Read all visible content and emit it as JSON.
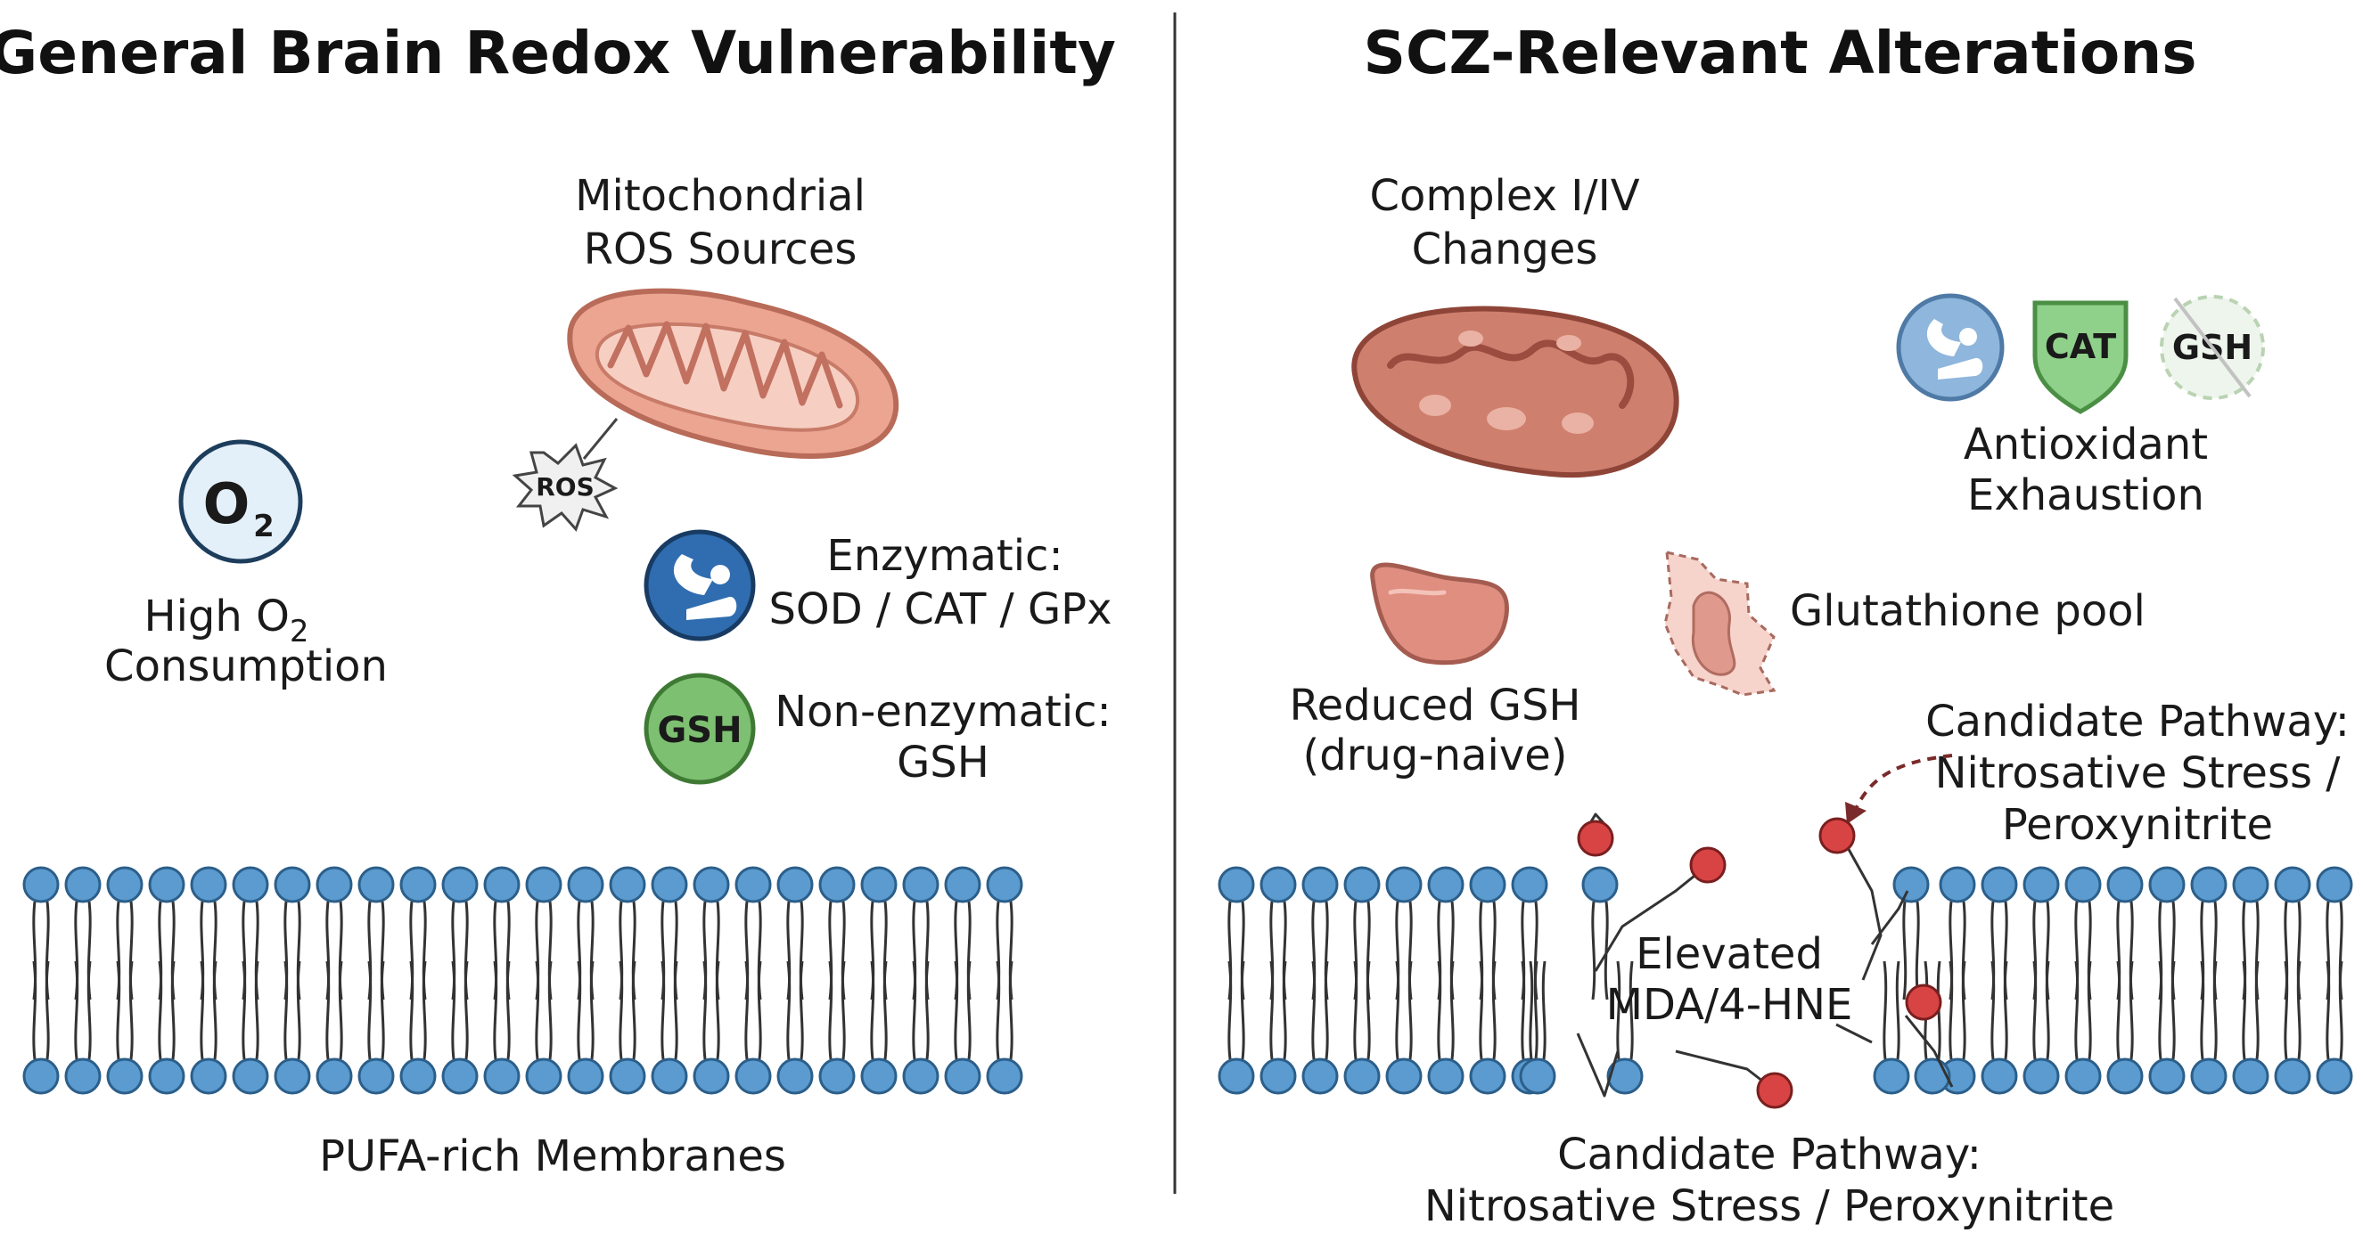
{
  "left_panel": {
    "title": "General Brain Redox Vulnerability",
    "mito_label": [
      "Mitochondrial",
      "ROS Sources"
    ],
    "ros_burst": "ROS",
    "o2_icon": {
      "main": "O",
      "sub": "2"
    },
    "o2_label_line1": {
      "main": "High O",
      "sub": "2"
    },
    "o2_label_line2": "Consumption",
    "enzymatic_label": [
      "Enzymatic:",
      "SOD / CAT / GPx"
    ],
    "gsh_icon": "GSH",
    "nonenzymatic_label": [
      "Non-enzymatic:",
      "GSH"
    ],
    "membrane_label": "PUFA-rich Membranes"
  },
  "right_panel": {
    "title": "SCZ-Relevant Alterations",
    "complex_label": [
      "Complex I/IV",
      "Changes"
    ],
    "cat_icon": "CAT",
    "gsh_crossed_icon": "GSH",
    "antioxidant_label": [
      "Antioxidant",
      "Exhaustion"
    ],
    "reduced_gsh_label": [
      "Reduced GSH",
      "(drug-naive)"
    ],
    "glutathione_label": "Glutathione pool",
    "candidate_top": [
      "Candidate Pathway:",
      "Nitrosative Stress /",
      "Peroxynitrite"
    ],
    "elevated_label": [
      "Elevated",
      "MDA/4-HNE"
    ],
    "candidate_bottom": [
      "Candidate Pathway:",
      "Nitrosative Stress / Peroxynitrite"
    ]
  },
  "colors": {
    "lipid_head": "#5b9bcf",
    "lipid_stroke": "#2c5f8a",
    "mito": "#e79b85",
    "mito_dark": "#b85f4f",
    "enzyme_blue": "#2f6db0",
    "gsh_green": "#76b86a",
    "oxidized_red": "#d84444"
  }
}
